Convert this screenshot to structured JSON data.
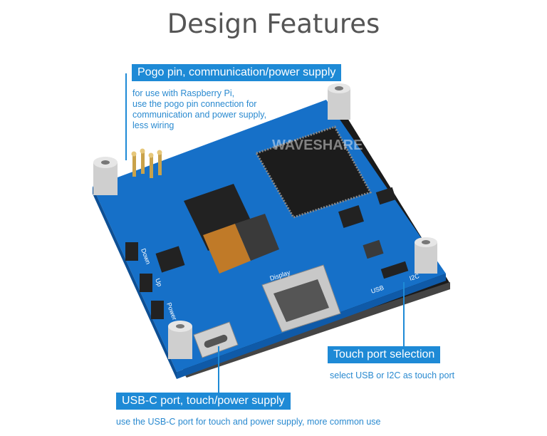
{
  "title": "Design Features",
  "watermark": "WAVESHARE",
  "features": {
    "pogo": {
      "label": "Pogo pin, communication/power supply",
      "lines": [
        "for use with Raspberry Pi,",
        "use the pogo pin connection for",
        "communication and power supply,",
        "less wiring"
      ]
    },
    "touch": {
      "label": "Touch port selection",
      "description": "select USB or I2C as touch port"
    },
    "usbc": {
      "label": "USB-C port, touch/power supply",
      "description": "use the USB-C port for touch and power supply, more common use"
    }
  },
  "silkscreen": {
    "down": "Down",
    "up": "Up",
    "power": "Power",
    "display": "Display",
    "usb": "USB",
    "i2c": "I2C"
  },
  "colors": {
    "accent": "#1e8ad6",
    "board": "#1670c8",
    "title": "#555555"
  }
}
